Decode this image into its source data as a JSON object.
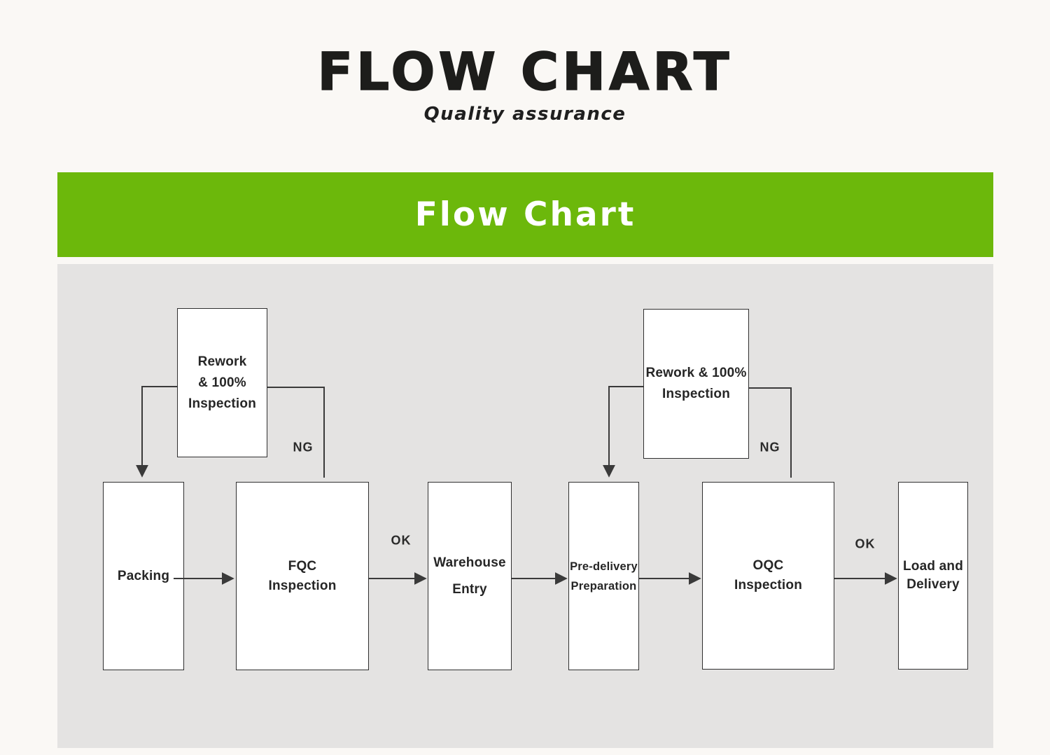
{
  "header": {
    "title": "FLOW CHART",
    "subtitle": "Quality assurance"
  },
  "banner": {
    "title": "Flow Chart"
  },
  "flowchart": {
    "nodes": [
      {
        "id": "rework-100-inspection-left",
        "lines": [
          "Rework",
          "& 100%",
          "Inspection"
        ]
      },
      {
        "id": "packing",
        "lines": [
          "Packing"
        ]
      },
      {
        "id": "fqc-inspection",
        "lines": [
          "FQC",
          "Inspection"
        ]
      },
      {
        "id": "warehouse-entry",
        "lines": [
          "Warehouse",
          "Entry"
        ]
      },
      {
        "id": "pre-delivery-preparation",
        "lines": [
          "Pre-delivery",
          "Preparation"
        ]
      },
      {
        "id": "rework-100-inspection-right",
        "lines": [
          "Rework & 100%",
          "Inspection"
        ]
      },
      {
        "id": "oqc-inspection",
        "lines": [
          "OQC",
          "Inspection"
        ]
      },
      {
        "id": "load-and-delivery",
        "lines": [
          "Load and",
          "Delivery"
        ]
      }
    ],
    "edge_labels": {
      "fqc_ng": "NG",
      "fqc_ok": "OK",
      "oqc_ng": "NG",
      "oqc_ok": "OK"
    }
  },
  "colors": {
    "page_bg": "#faf8f5",
    "panel_gray": "#e4e3e2",
    "accent_green": "#6cb80b",
    "ink": "#1d1d1b",
    "connector": "#3a3a3a",
    "node_border": "#303030",
    "node_text": "#262626"
  }
}
